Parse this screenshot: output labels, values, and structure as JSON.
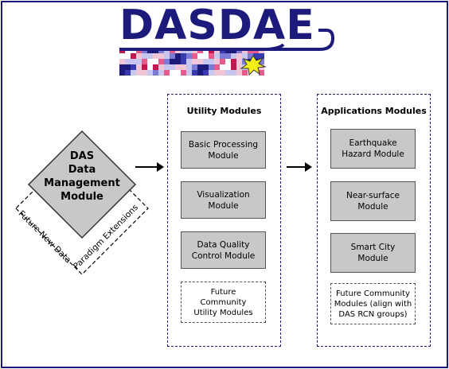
{
  "logo": {
    "text": "DASDAE",
    "color": "#1c1a7a"
  },
  "core": {
    "title": "DAS\nData\nManagement\nModule"
  },
  "extensions": {
    "left": "Future New Data",
    "right": "Paradigm Extensions"
  },
  "utility": {
    "title": "Utility Modules",
    "modules": [
      "Basic Processing\nModule",
      "Visualization\nModule",
      "Data Quality\nControl Module"
    ],
    "future": "Future\nCommunity\nUtility Modules"
  },
  "applications": {
    "title": "Applications Modules",
    "modules": [
      "Earthquake\nHazard Module",
      "Near-surface\nModule",
      "Smart City\nModule"
    ],
    "future": "Future Community\nModules (align with\nDAS RCN groups)"
  },
  "colors": {
    "navy": "#1c1a7a",
    "box_fill": "#c8c8c8"
  }
}
